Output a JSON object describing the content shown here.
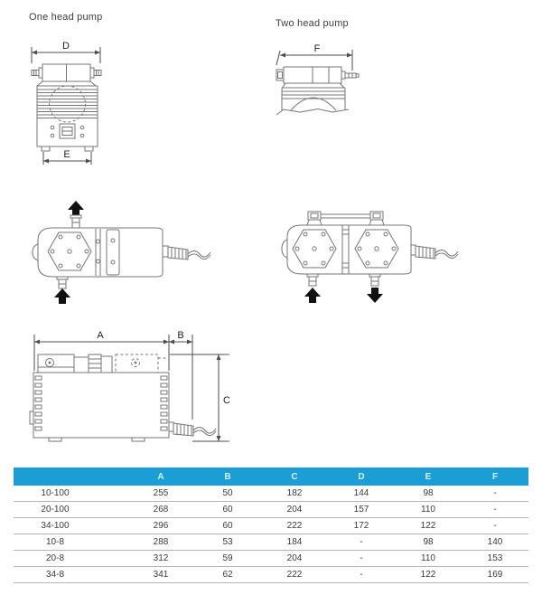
{
  "headings": {
    "one_head": "One head pump",
    "two_head": "Two head pump"
  },
  "dimensions": {
    "d": "D",
    "e": "E",
    "f": "F",
    "a": "A",
    "b": "B",
    "c": "C"
  },
  "colors": {
    "table_header_bg": "#1b9ed6",
    "table_header_text": "#d9effa",
    "table_row_line": "#b5b5b5",
    "drawing_line": "#757575",
    "flow_arrow": "#111111"
  },
  "table": {
    "columns": [
      "",
      "A",
      "B",
      "C",
      "D",
      "E",
      "F"
    ],
    "rows": [
      {
        "model": "10-100",
        "values": [
          "255",
          "50",
          "182",
          "144",
          "98",
          "-"
        ]
      },
      {
        "model": "20-100",
        "values": [
          "268",
          "60",
          "204",
          "157",
          "110",
          "-"
        ]
      },
      {
        "model": "34-100",
        "values": [
          "296",
          "60",
          "222",
          "172",
          "122",
          "-"
        ]
      },
      {
        "model": "10-8",
        "values": [
          "288",
          "53",
          "184",
          "-",
          "98",
          "140"
        ]
      },
      {
        "model": "20-8",
        "values": [
          "312",
          "59",
          "204",
          "-",
          "110",
          "153"
        ]
      },
      {
        "model": "34-8",
        "values": [
          "341",
          "62",
          "222",
          "-",
          "122",
          "169"
        ]
      }
    ]
  }
}
